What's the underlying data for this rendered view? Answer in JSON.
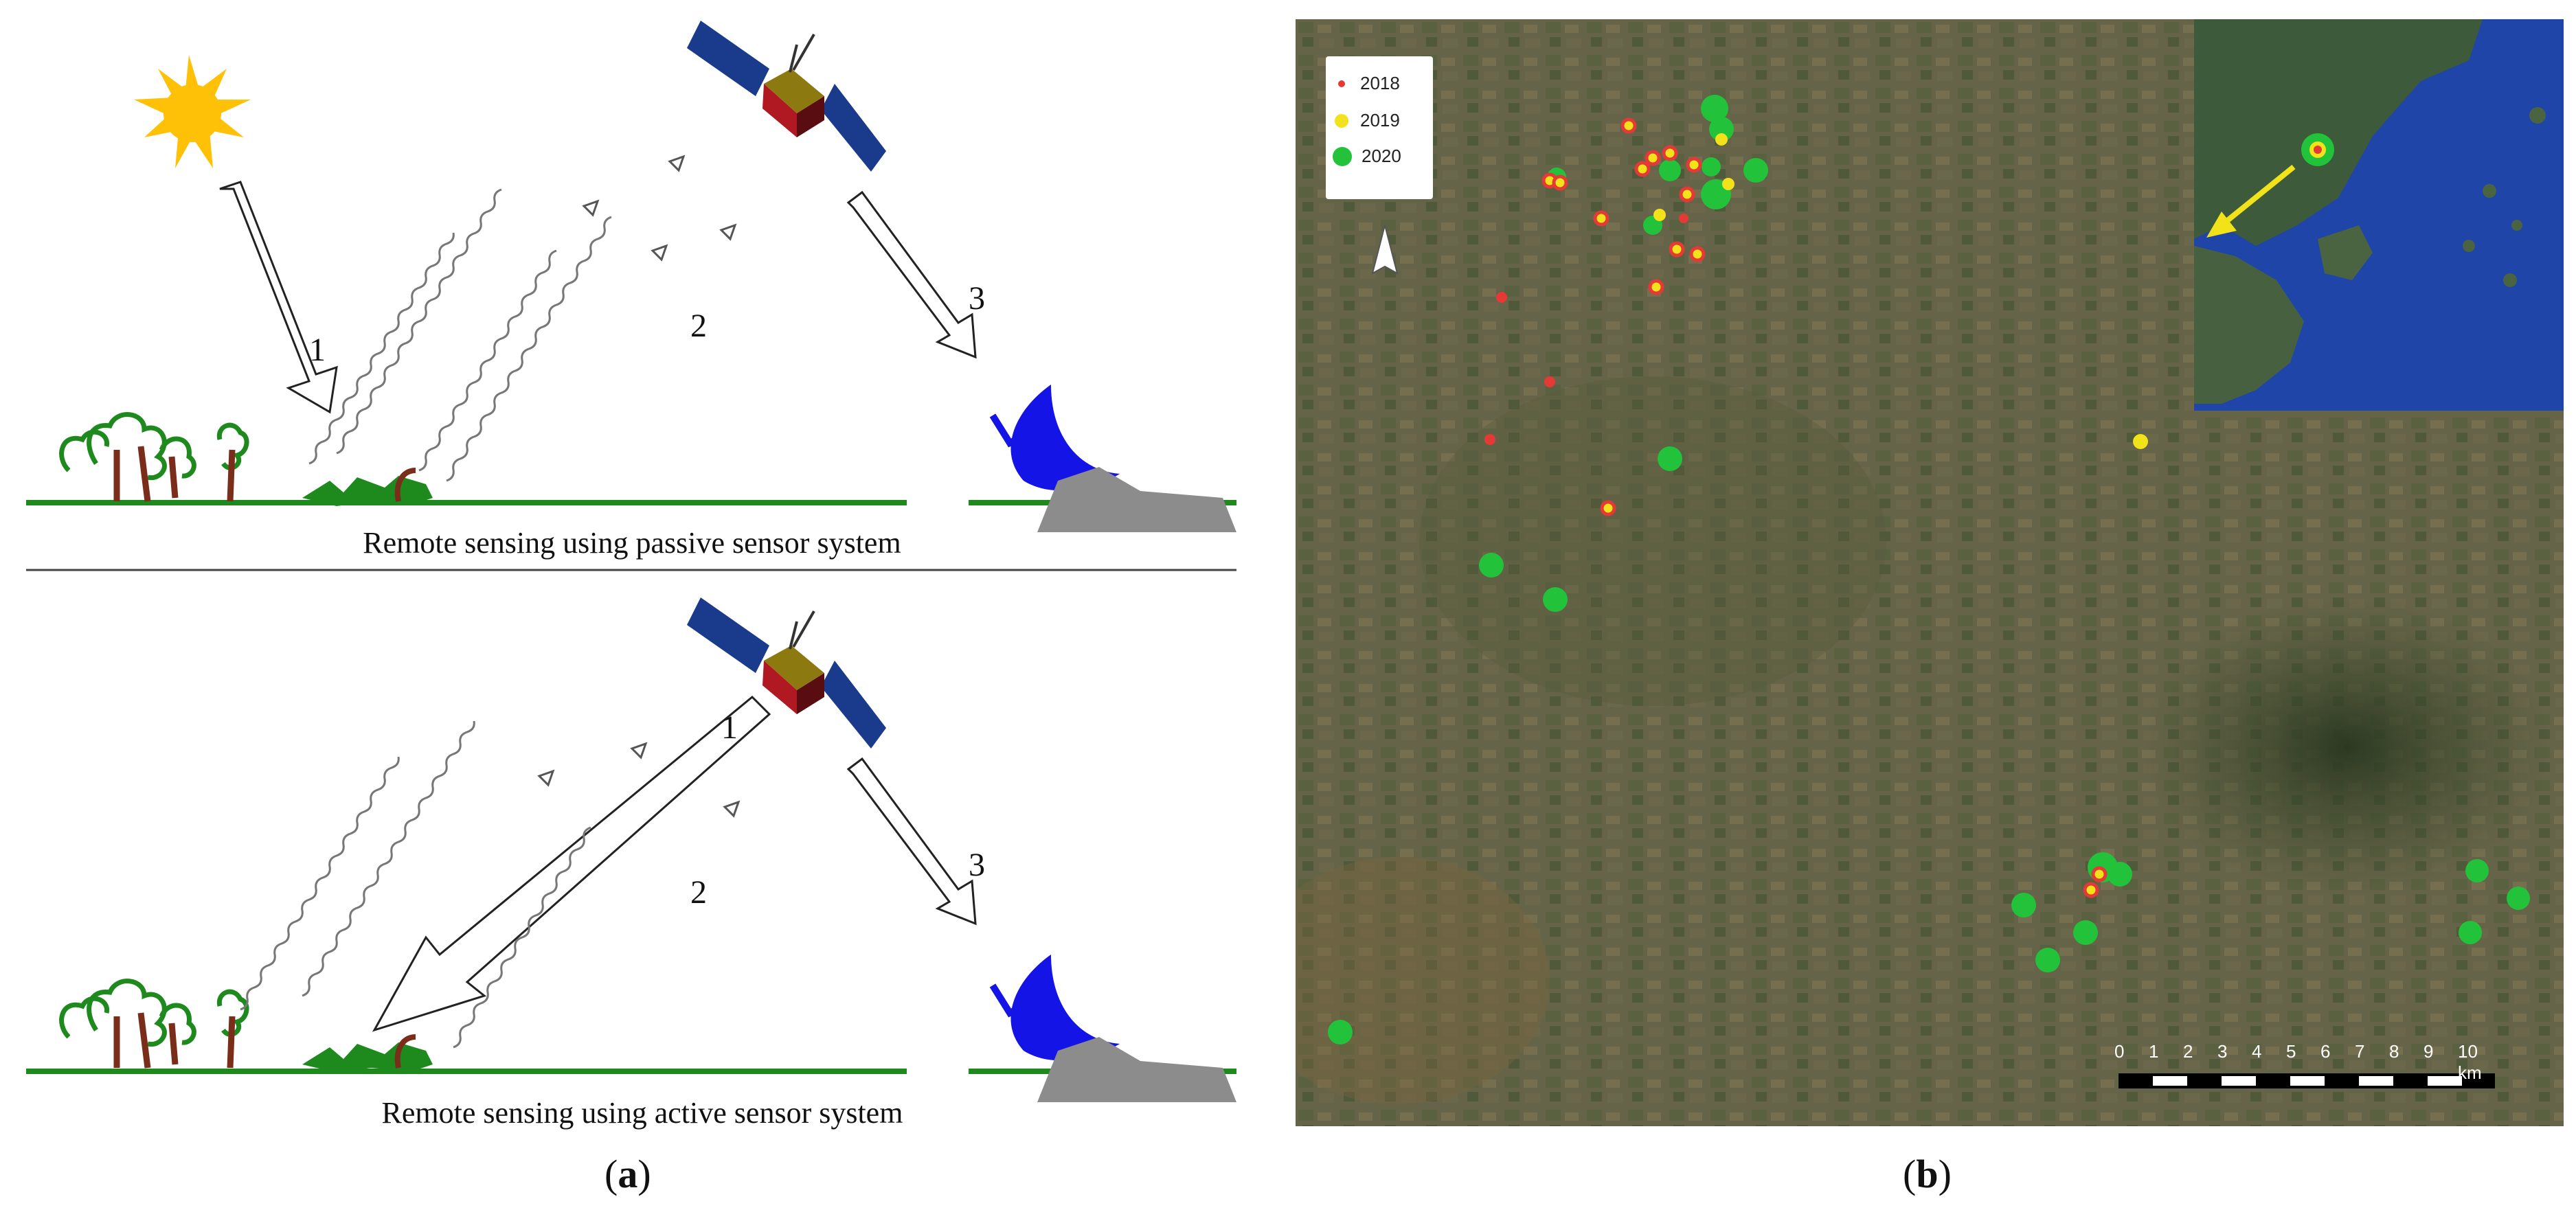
{
  "panel_a": {
    "top_caption": "Remote sensing using passive sensor system",
    "bottom_caption": "Remote sensing using active sensor system",
    "passive_labels": {
      "one": "1",
      "two": "2",
      "three": "3"
    },
    "active_labels": {
      "one": "1",
      "two": "2",
      "three": "3"
    }
  },
  "panel_b": {
    "legend": [
      {
        "label": "2018",
        "color": "#e53935"
      },
      {
        "label": "2019",
        "color": "#f2e21a"
      },
      {
        "label": "2020",
        "color": "#22c23a"
      }
    ],
    "scale_ticks": [
      "0",
      "1",
      "2",
      "3",
      "4",
      "5",
      "6",
      "7",
      "8",
      "9",
      "10 km"
    ]
  },
  "captions": {
    "a_letter": "a",
    "b_letter": "b"
  },
  "colors": {
    "grass": "#1e8a1e",
    "tree_trunk": "#7a2e1a",
    "dish": "#1414e6",
    "station": "#8c8c8c",
    "sun": "#ffc107"
  }
}
